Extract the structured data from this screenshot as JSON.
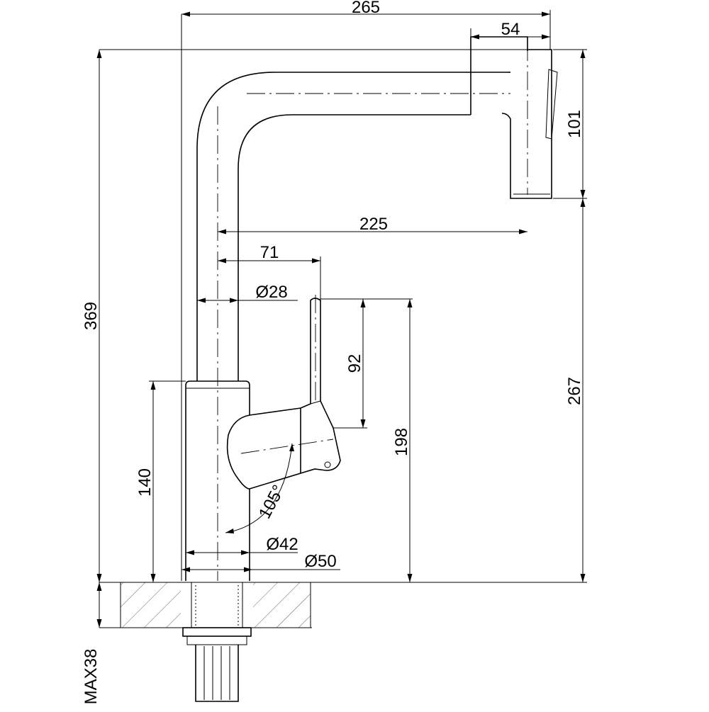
{
  "dimensions": {
    "total_width": "265",
    "spray_head_width": "54",
    "spray_head_height": "101",
    "spout_reach": "225",
    "handle_offset": "71",
    "spout_tube_diameter": "Ø28",
    "handle_height": "92",
    "total_height": "369",
    "handle_top_height": "198",
    "spout_outlet_height": "267",
    "body_height": "140",
    "handle_rotation_angle": "105°",
    "body_diameter": "Ø42",
    "base_diameter": "Ø50",
    "max_deck_thickness": "MAX38"
  }
}
